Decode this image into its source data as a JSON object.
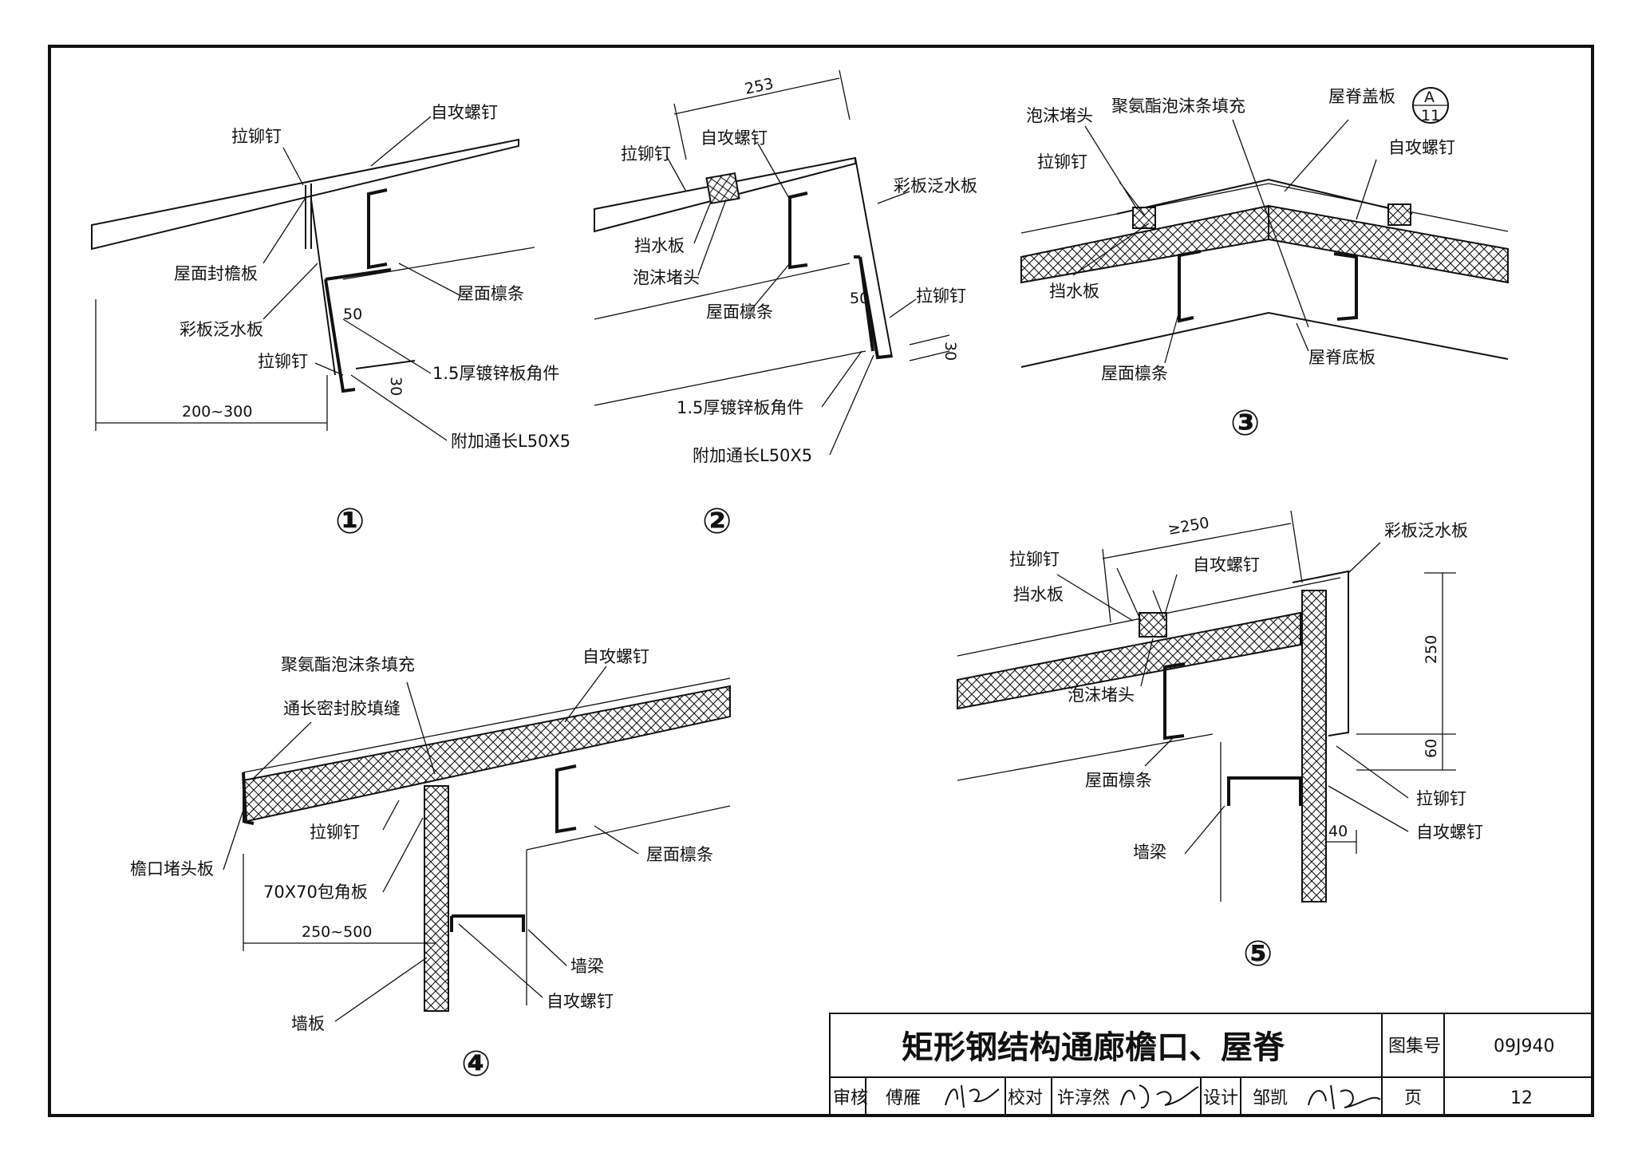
{
  "title_block": {
    "drawing_title": "矩形钢结构通廊檐口、屋脊",
    "atlas_label": "图集号",
    "atlas_number": "09J940",
    "review_label": "审核",
    "reviewer": "傅雁",
    "check_label": "校对",
    "checker": "许淳然",
    "design_label": "设计",
    "designer": "邹凯",
    "page_label": "页",
    "page_number": "12"
  },
  "details": {
    "d1": {
      "number": "①",
      "labels": {
        "rivet_top": "拉铆钉",
        "screw_top": "自攻螺钉",
        "eave_board": "屋面封檐板",
        "purlin": "屋面檩条",
        "flashing": "彩板泛水板",
        "rivet_bottom": "拉铆钉",
        "angle": "1.5厚镀锌板角件",
        "extra_angle": "附加通长L50X5"
      },
      "dims": {
        "d50": "50",
        "d30": "30",
        "overhang": "200~300"
      }
    },
    "d2": {
      "number": "②",
      "labels": {
        "rivet_top": "拉铆钉",
        "screw_top": "自攻螺钉",
        "flashing": "彩板泛水板",
        "water_stop": "挡水板",
        "foam_plug": "泡沫堵头",
        "purlin": "屋面檩条",
        "rivet_right": "拉铆钉",
        "angle": "1.5厚镀锌板角件",
        "extra_angle": "附加通长L50X5"
      },
      "dims": {
        "width": "253",
        "d50": "50",
        "d30": "30"
      }
    },
    "d3": {
      "number": "③",
      "labels": {
        "foam_plug": "泡沫堵头",
        "pu_foam": "聚氨酯泡沫条填充",
        "ridge_cap": "屋脊盖板",
        "ref_top": "A",
        "ref_bottom": "11",
        "rivet": "拉铆钉",
        "screw": "自攻螺钉",
        "water_stop": "挡水板",
        "purlin": "屋面檩条",
        "ridge_bottom": "屋脊底板"
      }
    },
    "d4": {
      "number": "④",
      "labels": {
        "pu_foam": "聚氨酯泡沫条填充",
        "screw_top": "自攻螺钉",
        "sealant": "通长密封胶填缝",
        "eave_plug": "檐口堵头板",
        "rivet": "拉铆钉",
        "corner": "70X70包角板",
        "purlin": "屋面檩条",
        "wall_beam": "墙梁",
        "screw_bottom": "自攻螺钉",
        "wall_panel": "墙板"
      },
      "dims": {
        "overhang": "250~500"
      }
    },
    "d5": {
      "number": "⑤",
      "labels": {
        "rivet_top": "拉铆钉",
        "screw_top": "自攻螺钉",
        "flashing": "彩板泛水板",
        "water_stop": "挡水板",
        "foam_plug": "泡沫堵头",
        "purlin": "屋面檩条",
        "wall_beam": "墙梁",
        "rivet_bottom": "拉铆钉",
        "screw_bottom": "自攻螺钉"
      },
      "dims": {
        "width": "≥250",
        "h250": "250",
        "h60": "60",
        "w40": "40"
      }
    }
  }
}
